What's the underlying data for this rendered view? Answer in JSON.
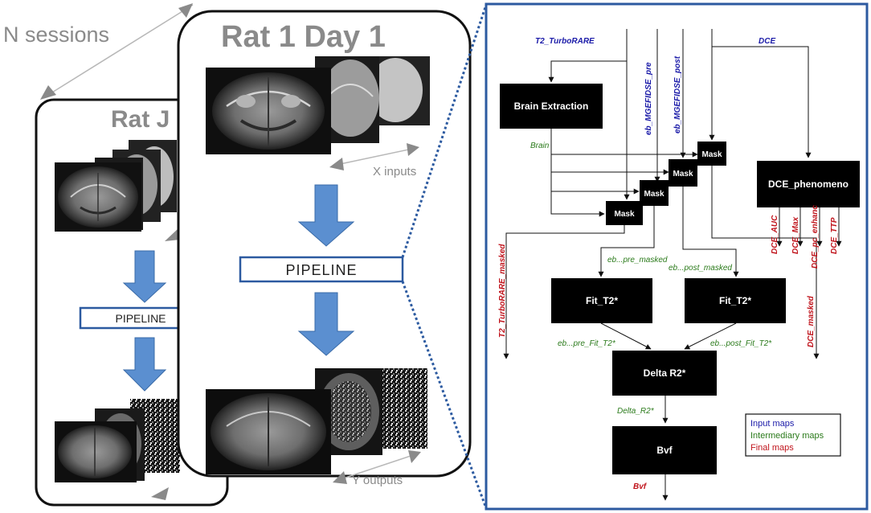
{
  "left": {
    "n_sessions": "N sessions",
    "rat_j": "Rat J",
    "rat1_day1": "Rat 1  Day 1",
    "x_inputs": "X inputs",
    "y_outputs": "Y outputs",
    "pipeline_small": "PIPELINE",
    "pipeline_large": "PIPELINE"
  },
  "flow": {
    "inputs": {
      "t2": "T2_TurboRARE",
      "pre": "eb_MGEFIDSE_pre",
      "post": "eb_MGEFIDSE_post",
      "dce": "DCE"
    },
    "nodes": {
      "brain_extraction": "Brain Extraction",
      "mask": "Mask",
      "dce_phenomeno": "DCE_phenomeno",
      "fit_t2_pre": "Fit_T2*",
      "fit_t2_post": "Fit_T2*",
      "delta_r2": "Delta R2*",
      "bvf": "Bvf"
    },
    "intermediate": {
      "brain": "Brain",
      "pre_masked": "eb...pre_masked",
      "post_masked": "eb...post_masked",
      "pre_fit": "eb...pre_Fit_T2*",
      "post_fit": "eb...post_Fit_T2*",
      "delta_r2": "Delta_R2*"
    },
    "final": {
      "t2_masked": "T2_TurboRARE_masked",
      "dce_auc": "DCE_AUC",
      "dce_max": "DCE_Max",
      "dce_pc_enhanc": "DCE_pc_enhanc",
      "dce_ttp": "DCE_TTP",
      "dce_masked": "DCE_masked",
      "bvf": "Bvf"
    },
    "legend": {
      "input": "Input maps",
      "intermediate": "Intermediary maps",
      "final": "Final maps"
    }
  },
  "colors": {
    "input": "#1a1aa8",
    "intermediate": "#2a7a1a",
    "final": "#c0141c",
    "pipeline_border": "#2c5aa0",
    "arrow_fill": "#5b8fd0",
    "panel_border": "#2c5aa0"
  }
}
